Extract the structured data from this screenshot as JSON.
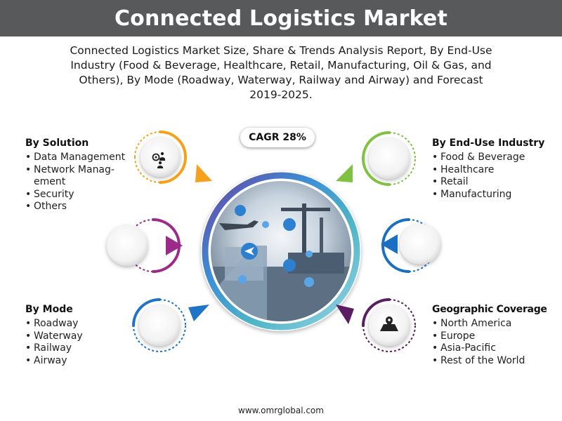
{
  "title": "Connected Logistics Market",
  "subtitle": [
    "Connected Logistics Market Size, Share & Trends Analysis Report, By End-Use",
    "Industry (Food & Beverage, Healthcare, Retail, Manufacturing, Oil & Gas, and",
    "Others), By Mode (Roadway, Waterway, Railway and Airway) and Forecast",
    "2019-2025."
  ],
  "cagr": "CAGR 28%",
  "sections": {
    "solution": {
      "title": "By Solution",
      "items": [
        "Data Management",
        "Network Manag-",
        "ement",
        "Security",
        "Others"
      ]
    },
    "enduse": {
      "title": "By End-Use Industry",
      "items": [
        "Food & Beverage",
        "Healthcare",
        "Retail",
        "Manufacturing"
      ]
    },
    "mode": {
      "title": "By Mode",
      "items": [
        "Roadway",
        "Waterway",
        "Railway",
        "Airway"
      ]
    },
    "geo": {
      "title": "Geographic Coverage",
      "items": [
        "North America",
        "Europe",
        "Asia-Pacific",
        "Rest of the World"
      ]
    }
  },
  "footer": "www.omrglobal.com",
  "icons": {
    "solution": "people-gear-icon",
    "geo": "map-pin-icon"
  },
  "colors": {
    "title_bar": "#58595b",
    "orange": "#f6a11d",
    "purple": "#9b2a8a",
    "blue": "#1f74c8",
    "green": "#7fc241",
    "dark_purple": "#5a1e62",
    "accent_blue": "#1a6fc2"
  }
}
